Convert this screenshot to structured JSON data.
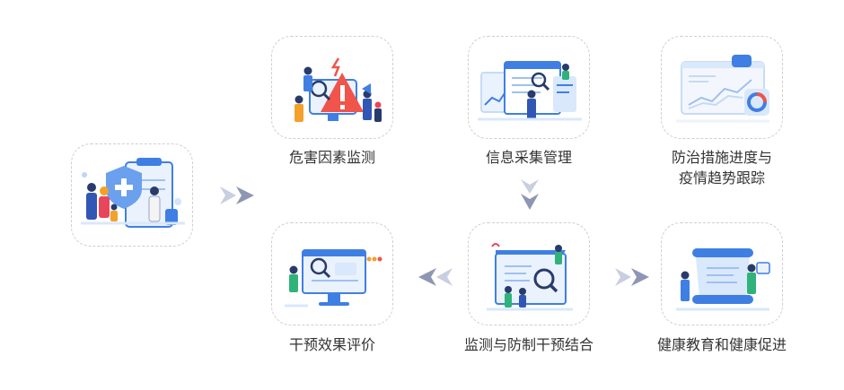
{
  "steps": {
    "hazard": "危害因素监测",
    "info": "信息采集管理",
    "progress_line1": "防治措施进度与",
    "progress_line2": "疫情趋势跟踪",
    "eval": "干预效果评价",
    "combine": "监测与防制干预结合",
    "education": "健康教育和健康促进"
  },
  "icons": {
    "start": "health-protection-icon",
    "hazard": "hazard-warning-icon",
    "info": "data-dashboard-icon",
    "progress": "trend-chart-icon",
    "eval": "evaluation-monitor-icon",
    "combine": "intervention-board-icon",
    "education": "education-scroll-icon"
  },
  "colors": {
    "primary": "#3f7fe3",
    "light": "#d9e8fb",
    "arrow": "#8e96b4",
    "warning": "#f0544a",
    "accent": "#f3a12a"
  }
}
